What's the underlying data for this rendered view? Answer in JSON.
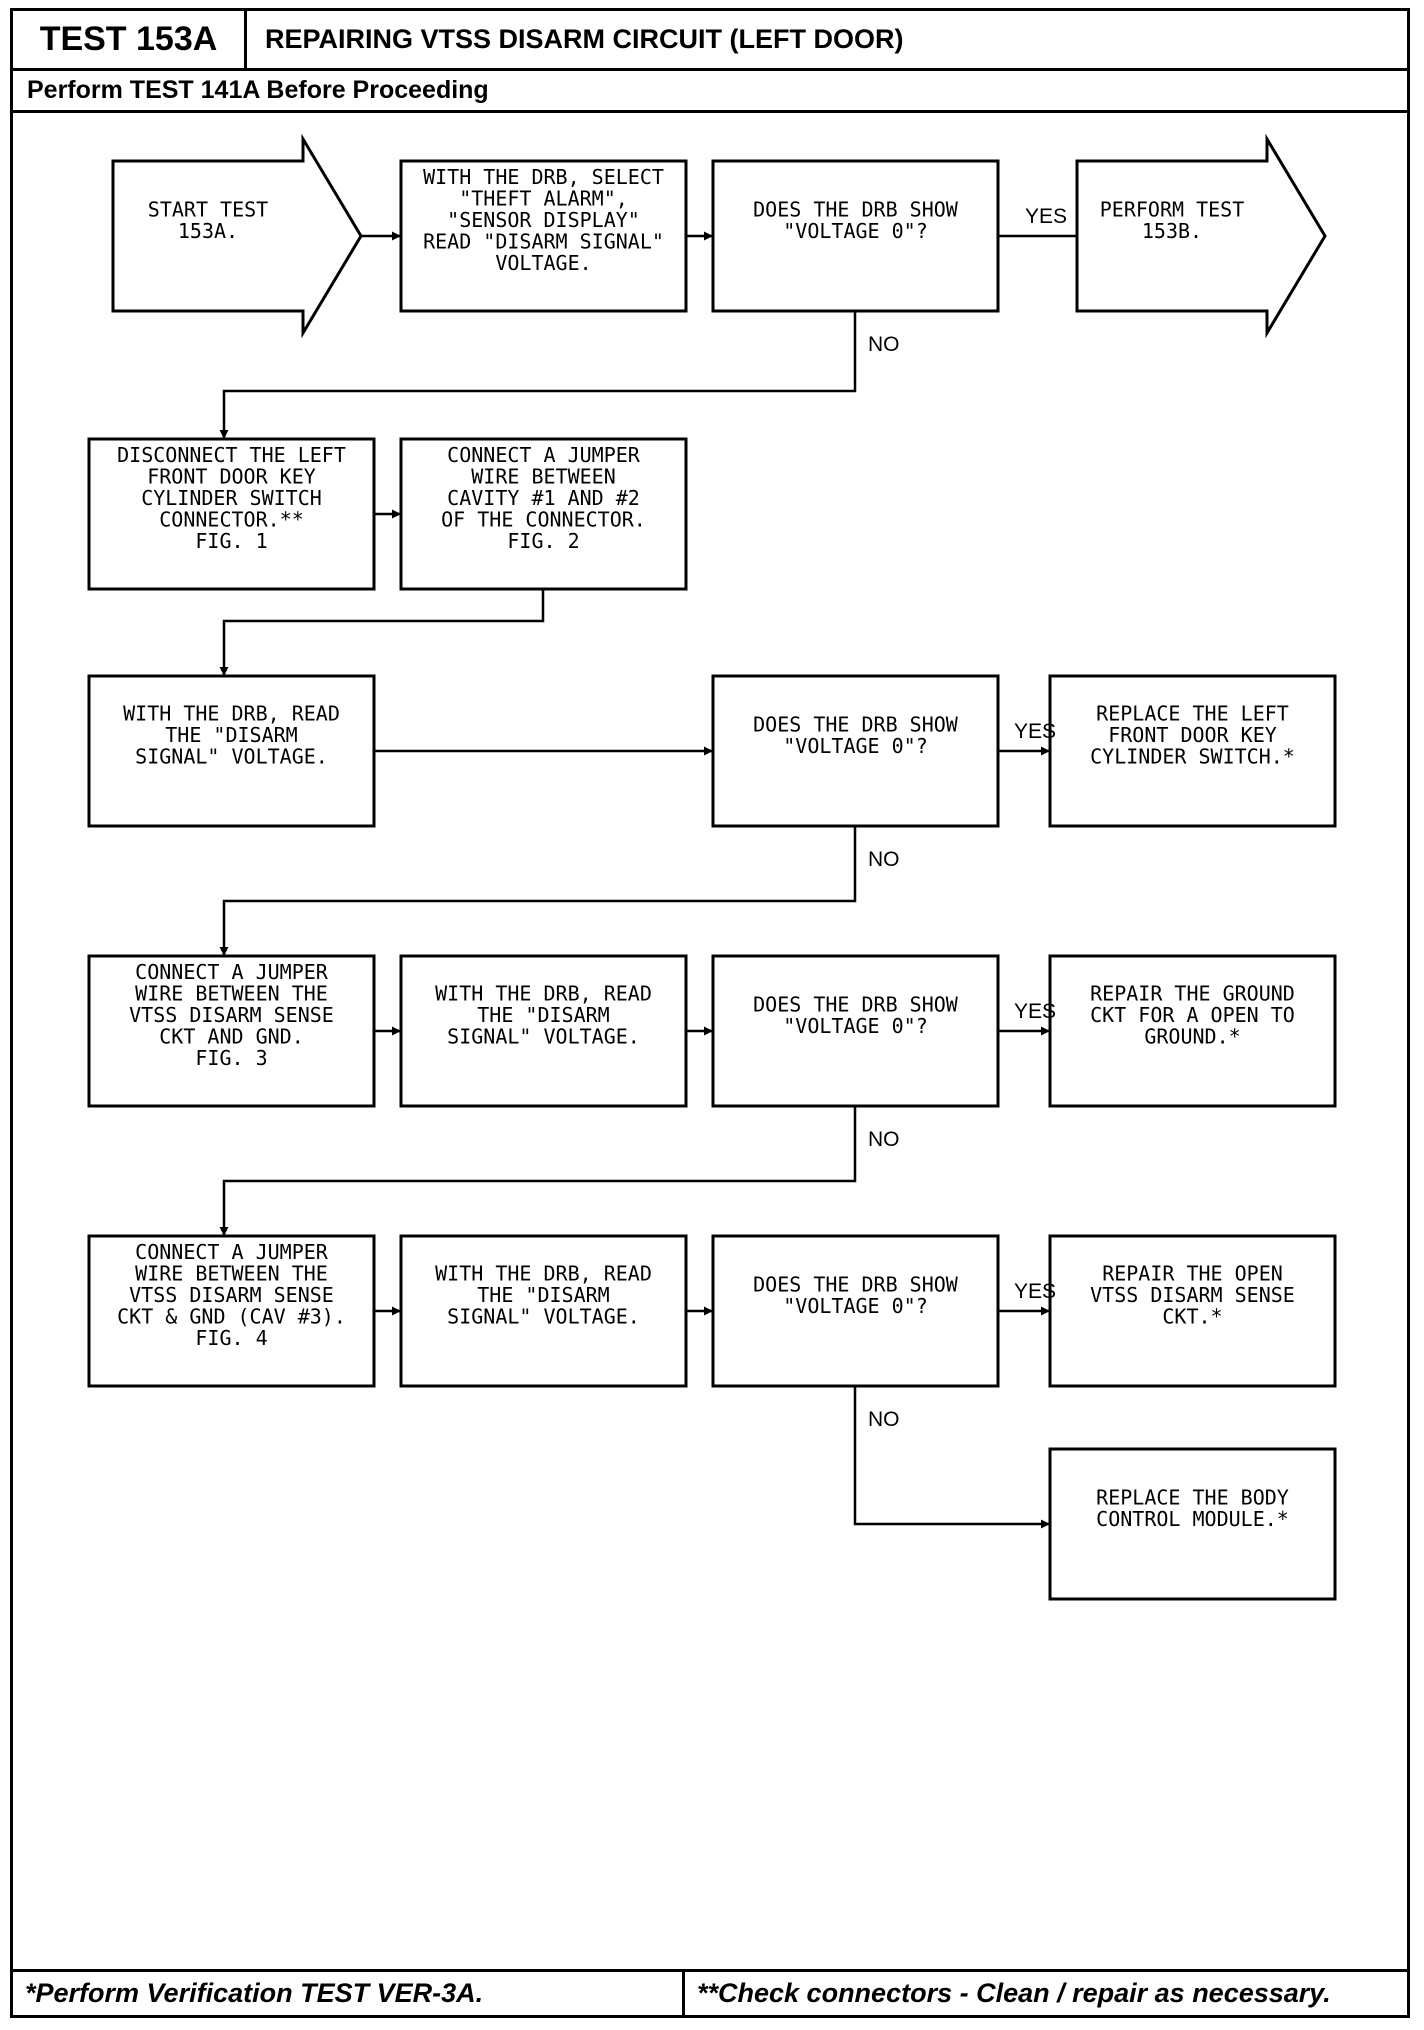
{
  "header": {
    "test_id": "TEST 153A",
    "title": "REPAIRING VTSS DISARM CIRCUIT (LEFT DOOR)",
    "subtitle": "Perform TEST 141A Before Proceeding"
  },
  "footer": {
    "left": "*Perform Verification TEST VER-3A.",
    "right": "**Check connectors - Clean / repair as necessary."
  },
  "labels": {
    "yes": "YES",
    "no": "NO"
  },
  "nodes": {
    "start": [
      "START TEST",
      "153A."
    ],
    "select_theft": [
      "WITH THE DRB, SELECT",
      "\"THEFT ALARM\",",
      "\"SENSOR DISPLAY\"",
      "READ \"DISARM SIGNAL\"",
      "VOLTAGE."
    ],
    "q1": [
      "DOES THE DRB SHOW",
      "\"VOLTAGE 0\"?"
    ],
    "perform_153b": [
      "PERFORM TEST",
      "153B."
    ],
    "disconnect": [
      "DISCONNECT THE LEFT",
      "FRONT DOOR KEY",
      "CYLINDER SWITCH",
      "CONNECTOR.**",
      "FIG. 1"
    ],
    "jumper1": [
      "CONNECT A JUMPER",
      "WIRE BETWEEN",
      "CAVITY #1 AND #2",
      "OF THE CONNECTOR.",
      "FIG. 2"
    ],
    "read2": [
      "WITH THE DRB, READ",
      "THE \"DISARM",
      "SIGNAL\" VOLTAGE."
    ],
    "q2": [
      "DOES THE DRB SHOW",
      "\"VOLTAGE 0\"?"
    ],
    "replace_switch": [
      "REPLACE THE LEFT",
      "FRONT DOOR KEY",
      "CYLINDER SWITCH.*"
    ],
    "jumper3": [
      "CONNECT A JUMPER",
      "WIRE BETWEEN THE",
      "VTSS DISARM SENSE",
      "CKT AND GND.",
      "FIG. 3"
    ],
    "read3": [
      "WITH THE DRB, READ",
      "THE \"DISARM",
      "SIGNAL\" VOLTAGE."
    ],
    "q3": [
      "DOES THE DRB SHOW",
      "\"VOLTAGE 0\"?"
    ],
    "repair_ground": [
      "REPAIR THE GROUND",
      "CKT FOR A OPEN TO",
      "GROUND.*"
    ],
    "jumper4": [
      "CONNECT A JUMPER",
      "WIRE BETWEEN THE",
      "VTSS DISARM SENSE",
      "CKT & GND (CAV #3).",
      "FIG. 4"
    ],
    "read4": [
      "WITH THE DRB, READ",
      "THE \"DISARM",
      "SIGNAL\" VOLTAGE."
    ],
    "q4": [
      "DOES THE DRB SHOW",
      "\"VOLTAGE 0\"?"
    ],
    "repair_open": [
      "REPAIR THE OPEN",
      "VTSS DISARM SENSE",
      "CKT.*"
    ],
    "replace_bcm": [
      "REPLACE THE BODY",
      "CONTROL MODULE.*"
    ]
  }
}
